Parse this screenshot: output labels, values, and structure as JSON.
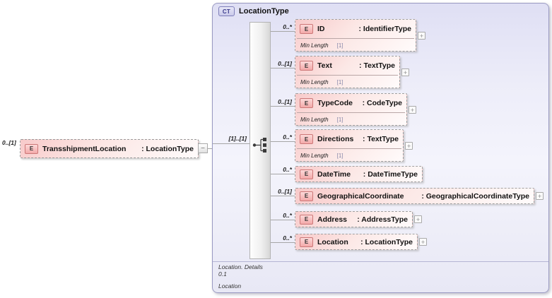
{
  "badges": {
    "element": "E",
    "complex_type": "CT",
    "expand": "+",
    "collapse": "−"
  },
  "source_element": {
    "multiplicity": "0..[1]",
    "name": "TransshipmentLocation",
    "type_label": ": LocationType"
  },
  "panel": {
    "title": "LocationType",
    "sequence_multiplicity": "[1]..[1]",
    "children": [
      {
        "multiplicity": "0..*",
        "name": "ID",
        "type_label": ": IdentifierType",
        "facet_name": "Min Length",
        "facet_value": "[1]"
      },
      {
        "multiplicity": "0..[1]",
        "name": "Text",
        "type_label": ": TextType",
        "facet_name": "Min Length",
        "facet_value": "[1]"
      },
      {
        "multiplicity": "0..[1]",
        "name": "TypeCode",
        "type_label": ": CodeType",
        "facet_name": "Min Length",
        "facet_value": "[1]"
      },
      {
        "multiplicity": "0..*",
        "name": "Directions",
        "type_label": ": TextType",
        "facet_name": "Min Length",
        "facet_value": "[1]"
      },
      {
        "multiplicity": "0..*",
        "name": "DateTime",
        "type_label": ": DateTimeType"
      },
      {
        "multiplicity": "0..[1]",
        "name": "GeographicalCoordinate",
        "type_label": ": GeographicalCoordinateType"
      },
      {
        "multiplicity": "0..*",
        "name": "Address",
        "type_label": ": AddressType"
      },
      {
        "multiplicity": "0..*",
        "name": "Location",
        "type_label": ": LocationType"
      }
    ],
    "footer": {
      "line1": "Location. Details",
      "line2": "0.1",
      "line3": "Location"
    }
  },
  "colors": {
    "element_fill": "#f8caca",
    "element_border": "#cc7777",
    "panel_fill": "#ededf9",
    "panel_border": "#9a9ac2",
    "connector": "#a6a6a6"
  }
}
